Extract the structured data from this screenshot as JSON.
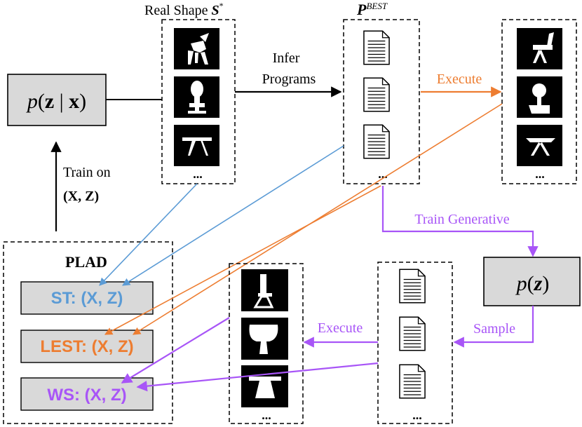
{
  "colors": {
    "blue": "#5b9bd5",
    "orange": "#ed7d31",
    "purple": "#a855f7",
    "box_gray": "#d9d9d9",
    "black": "#000000"
  },
  "top": {
    "real_shape_label": "Real Shape",
    "real_shape_symbol": "S",
    "real_shape_sup": "*",
    "p_best_symbol": "P",
    "p_best_sup": "BEST",
    "infer_line1": "Infer",
    "infer_line2": "Programs",
    "execute_label": "Execute",
    "ellipsis": "..."
  },
  "model_box": {
    "p": "p",
    "z": "z",
    "x": "x"
  },
  "train_on": {
    "line1": "Train on",
    "line2": "(X, Z)"
  },
  "plad": {
    "title": "PLAD",
    "st_label": "ST: (X, Z)",
    "lest_label": "LEST: (X, Z)",
    "ws_label": "WS: (X, Z)"
  },
  "generative": {
    "train_label": "Train Generative",
    "box_p": "p",
    "box_z": "z",
    "sample_label": "Sample",
    "execute_label": "Execute"
  },
  "icons": [
    "chair-shape-icon",
    "lamp-shape-icon",
    "table-shape-icon",
    "document-icon"
  ]
}
